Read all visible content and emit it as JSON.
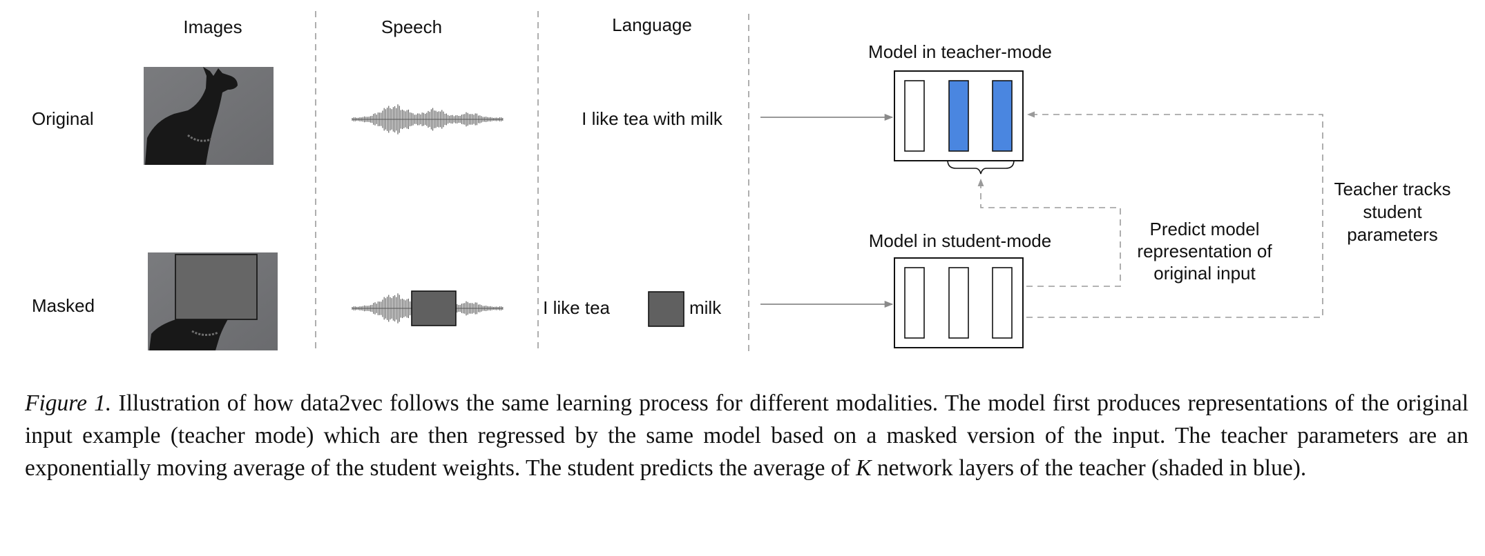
{
  "columns": {
    "images": "Images",
    "speech": "Speech",
    "language": "Language"
  },
  "rows": {
    "original": "Original",
    "masked": "Masked"
  },
  "language": {
    "original_text": "I like tea with milk",
    "masked_before": "I like tea",
    "masked_after": "milk"
  },
  "teacher": {
    "title": "Model in teacher-mode"
  },
  "student": {
    "title": "Model in student-mode"
  },
  "predict_label": [
    "Predict model",
    "representation of",
    "original input"
  ],
  "tracks_label": [
    "Teacher tracks",
    "student",
    "parameters"
  ],
  "caption": {
    "figure_label": "Figure 1.",
    "text_before_k": " Illustration of how data2vec follows the same learning process for different modalities. The model first produces representations of the original input example (teacher mode) which are then regressed by the same model based on a masked version of the input. The teacher parameters are an exponentially moving average of the student weights. The student predicts the average of ",
    "k_symbol": "K",
    "text_after_k": " network layers of the teacher (shaded in blue)."
  },
  "colors": {
    "blue_layer": "#4a86e0",
    "mask_gray": "#606060",
    "dashed_line": "#9a9a9a",
    "arrow_line": "#8a8a8a"
  },
  "icons": [
    "dog-photo",
    "waveform",
    "mask-block"
  ]
}
